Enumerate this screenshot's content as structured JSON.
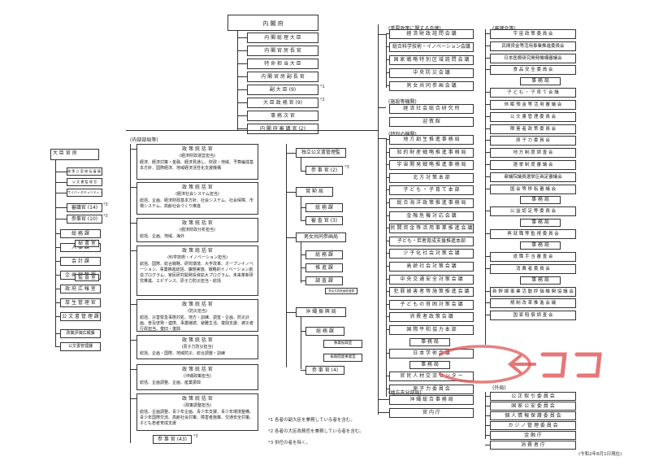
{
  "top": {
    "cabinet_office": "内 閣 府",
    "officials": [
      "内 閣 総 理 大 臣",
      "内 閣 官 房 長 官",
      "特 命 担 当 大 臣",
      "内 閣 官 房 副 長 官",
      "副 大 臣 (9)",
      "大 臣 政 務 官 (9)",
      "事 務 次 官",
      "内 閣 府 審 議 官 (2)"
    ],
    "official_marks": [
      "",
      "",
      "",
      "",
      "*1",
      "*2",
      "",
      ""
    ]
  },
  "council_header": "(重要政策に関する会議)",
  "councils": [
    "経 済 財 政 諮 問 会 議",
    "総合科学技術・イノベーション会議",
    "国 家 戦 略 特 別 区 域 諮 問 会 議",
    "中 央 防 災 会 議",
    "男 女 共 同 参 画 会 議"
  ],
  "facilities_header": "(施設等機関)",
  "facilities": [
    "経 済 社 会 総 合 研 究 所",
    "迎 賓 館"
  ],
  "special_header": "(特別の機関)",
  "special": [
    "地 方 創 生 推 進 事 務 局",
    "知 的 財 産 戦 略 推 進 事 務 局",
    "宇 宙 開 発 戦 略 推 進 事 務 局",
    "北 方 対 策 本 部",
    "子 ど も ・ 子 育 て 本 部",
    "総 合 海 洋 政 策 推 進 事 務 局",
    "金 融 危 機 対 応 会 議",
    "民 間 資 金 等 活 用 事 業 推 進 会 議",
    "子ども・若者育成支援推進本部",
    "少 子 化 社 会 対 策 会 議",
    "高 齢 社 会 対 策 会 議",
    "中 央 交 通 安 全 対 策 会 議",
    "犯 罪 被 害 者 等 施 策 推 進 会 議",
    "子 ど も の 貧 困 対 策 会 議",
    "消 費 者 政 策 会 議",
    "国 際 平 和 協 力 本 部",
    "日 本 学 術 会 議",
    "官 民 人 材 交 流 セ ン タ ー",
    "原 子 力 委 員 会"
  ],
  "special_sub": {
    "heiwa": "事 務 局",
    "gakujutsu": "事 務 局"
  },
  "local_header": "(地方支分部局)",
  "local": [
    "沖 縄 総 合 事 務 局",
    "官 内 庁"
  ],
  "commission_header": "(審議会等)",
  "commissions": [
    "宇 宙 政 策 委 員 会",
    "民間資金等活用事業推進委員会",
    "日本医療研究開発機構審議会",
    "食 品 安 全 委 員 会",
    "子 ど も ・ 子 育 て 会 議",
    "休 眠 預 金 等 活 用 審 議 会",
    "公 文 書 管 理 委 員 会",
    "障 害 者 政 策 委 員 会",
    "原 子 力 委 員 会",
    "地 方 制 度 調 査 会",
    "選 挙 制 度 審 議 会",
    "衆議院議員選挙区画定審議会",
    "国 会 等 移 転 審 議 会",
    "公 益 認 定 等 委 員 会",
    "再 就 職 等 監 視 委 員 会",
    "退 職 手 当 審 査 会",
    "消 費 者 委 員 会",
    "新 幹 線 事 業 活 動 評 価 機 関 協 議 会",
    "規 制 改 革 推 進 会 議",
    "国 家 賠 償 調 査 会"
  ],
  "commission_sub": "事 務 局",
  "external_header": "(外局)",
  "external": [
    "公 正 取 引 委 員 会",
    "国 家 公 安 委 員 会",
    "個 人 情 報 保 護 委 員 会",
    "カ ジ ノ 管 理 委 員 会",
    "金 融 庁",
    "消 費 者 庁"
  ],
  "internal_header": "(内部部局等)",
  "secretariat": {
    "title": "大 臣 官 房",
    "small": [
      "政 策 立 案 総 括 審 議 官",
      "公 文 書 監 理 官",
      "サイバーセキュリティ・情報化審議官"
    ],
    "items": [
      {
        "label": "審議官 (14)",
        "mark": "*3"
      },
      {
        "label": "参事官 (10)",
        "mark": "*3"
      }
    ],
    "divisions": [
      "総 務 課",
      "人 事 課",
      "会 計 課",
      "企 画 調 整 課",
      "政 府 広 報 室",
      "厚 生 管 理 官",
      "公 文 書 管 理 課"
    ],
    "sub": {
      "somu": "秘 書 室",
      "kaikei": "監 査 室"
    },
    "extra": [
      "政策評価広報課",
      "公文書管理課"
    ]
  },
  "policy": [
    {
      "title": "政 策 統 括 官",
      "sub": "(経済財政運営担当)",
      "desc": "経済、経済対策・金融、経済見通し、財政・地域、予算編成基本方針、国際経済、地域経済活性化支援機構"
    },
    {
      "title": "政 策 統 括 官",
      "sub": "(経済社会システム担当)",
      "desc": "総括、企画、経済財政基本方針、社会システム、社会保障、市場システム、高齢社会づくり推進"
    },
    {
      "title": "政 策 統 括 官",
      "sub": "(経済財政分析担当)",
      "desc": "総括、企画、地域、海外"
    },
    {
      "title": "政 策 統 括 官",
      "sub": "(科学技術・イノベーション担当)",
      "desc": "総括、国際、総合戦略、研究環境、大学改革、オープンイノベーション、事業推進総括、課題実施、戦略的イノベーション創造プログラム、官民研究開発投資拡大プログラム、未来革新研究推進、エビデンス、原子力防災担当・総括"
    },
    {
      "title": "政 策 統 括 官",
      "sub": "(防災担当)",
      "desc": "総括、災害緊急事態対処、地方・訓練、調査・企画、防災計画、普及啓発・連携、事業継続、避難生活、復興支援、被災者行政担当、復旧・復興"
    },
    {
      "title": "政 策 統 括 官",
      "sub": "(原子力防災担当)",
      "desc": "総括、企画・国際、地域防災、総合調整・訓練"
    },
    {
      "title": "政 策 統 括 官",
      "sub": "(沖縄政策担当)",
      "desc": "総括、企画調整、企画、産業振興"
    },
    {
      "title": "政 策 統 括 官",
      "sub": "(政策調整担当)",
      "desc": "総括、企画調整、青少年企画、青少年支援、青少年環境整備、青少年国際交流、高齢社会対策、障害者施策、交通安全対策、子ども若者育成支援"
    }
  ],
  "policy_bottom": {
    "label": "参 事 官 (43)",
    "mark": "*3"
  },
  "right_internal": [
    {
      "title": "独立公文書管理監",
      "sub": "参 事 官 (2)",
      "mark": "*3"
    },
    {
      "title": "賞 勲 局",
      "subs": [
        "総 務 課",
        "審 査 官 (3)"
      ]
    },
    {
      "title": "男女共同参画局",
      "subs": [
        "総 務 課",
        "推 進 課",
        "調 査 課"
      ],
      "extra": "男女共同参画推進課"
    },
    {
      "title": "沖 縄 振 興 局",
      "subs": [
        "総 務 課",
        "参 事 官 (4)"
      ],
      "extra": [
        "事業振興室",
        "振興開発事業室"
      ]
    }
  ],
  "notes": [
    "*1 各者の副大臣を兼務している者を含む。",
    "*2 各者の大臣政務官を兼務している者を含む。",
    "*3 併任の者を除く。"
  ],
  "date_note": "(令和2年8月1日現在)",
  "annotation": "<-ココ"
}
